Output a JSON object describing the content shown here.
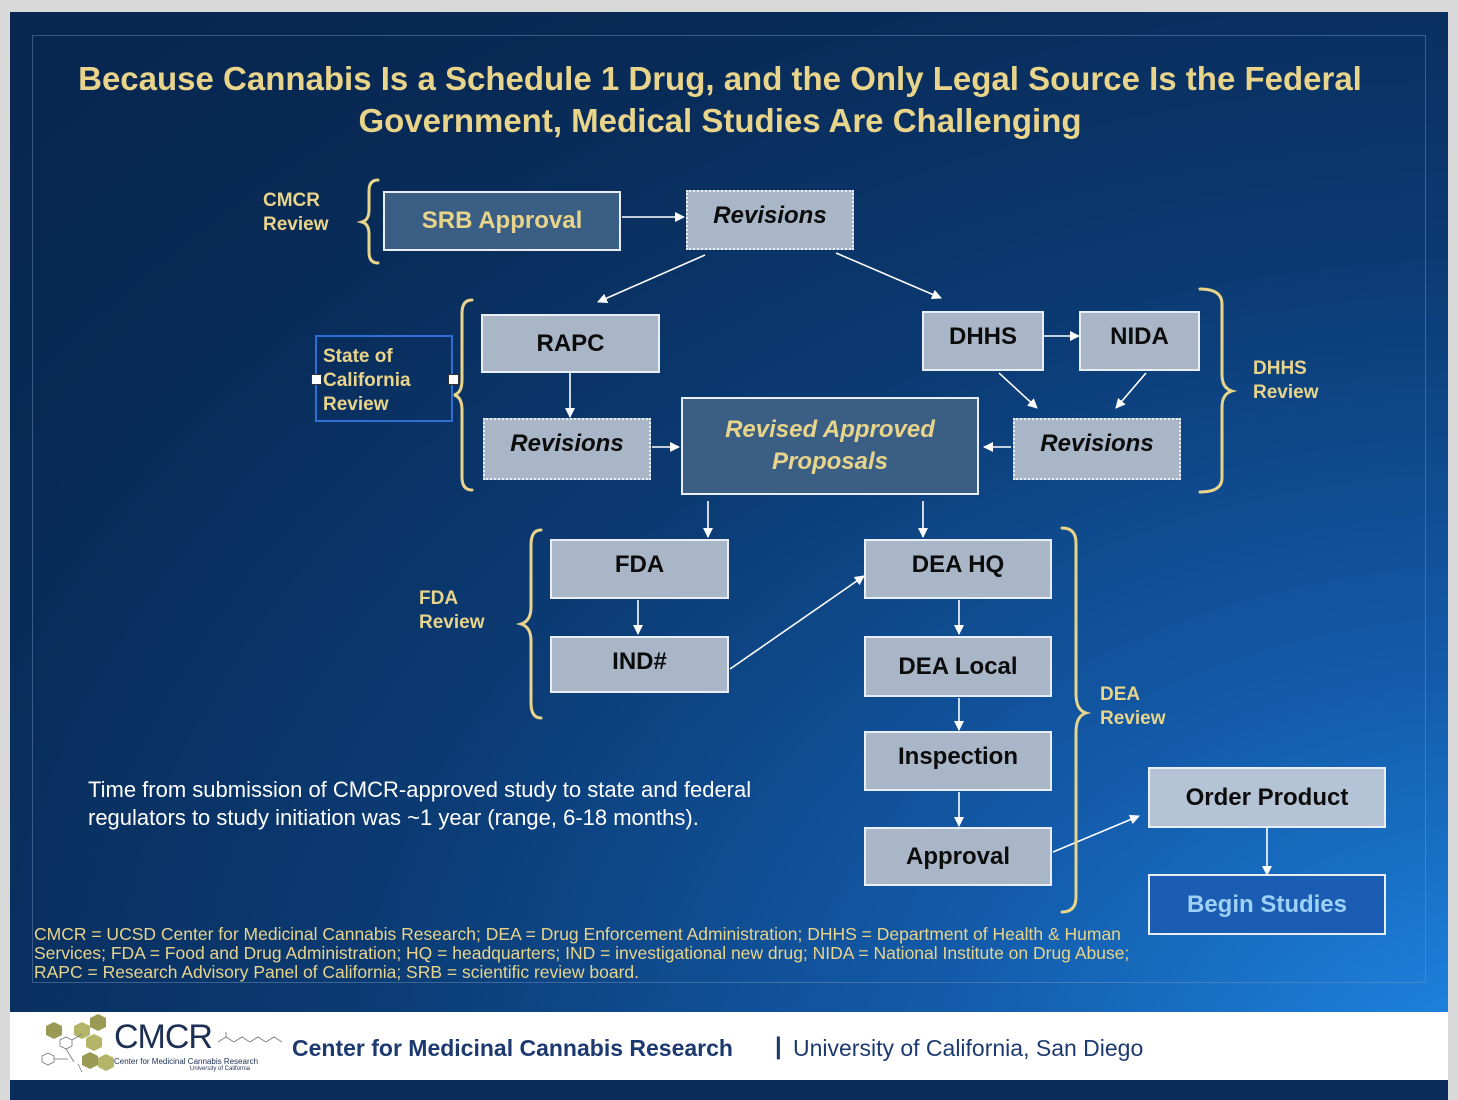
{
  "title": "Because Cannabis Is a Schedule 1 Drug, and the Only Legal Source Is the Federal Government, Medical Studies Are Challenging",
  "labels": {
    "cmcr_review": [
      "CMCR",
      "Review"
    ],
    "state_review": [
      "State of",
      "California",
      "Review"
    ],
    "dhhs_review": [
      "DHHS",
      "Review"
    ],
    "fda_review": [
      "FDA",
      "Review"
    ],
    "dea_review": [
      "DEA",
      "Review"
    ]
  },
  "boxes": {
    "srb_approval": "SRB Approval",
    "revisions_top": "Revisions",
    "rapc": "RAPC",
    "dhhs": "DHHS",
    "nida": "NIDA",
    "revisions_left": "Revisions",
    "revised_approved": "Revised Approved Proposals",
    "revisions_right": "Revisions",
    "fda": "FDA",
    "ind": "IND#",
    "dea_hq": "DEA HQ",
    "dea_local": "DEA Local",
    "inspection": "Inspection",
    "approval": "Approval",
    "order_product": "Order Product",
    "begin_studies": "Begin Studies"
  },
  "note": "Time from submission of CMCR-approved study to state and federal regulators to study initiation was ~1 year (range, 6-18 months).",
  "footnote": "CMCR = UCSD Center for Medicinal Cannabis Research; DEA = Drug Enforcement Administration; DHHS = Department of Health & Human Services; FDA = Food and Drug Administration; HQ = headquarters; IND = investigational new drug; NIDA = National Institute on Drug Abuse; RAPC = Research Advisory Panel of California;  SRB = scientific review board.",
  "footer": {
    "logo_word": "CMCR",
    "logo_sub1": "Center for Medicinal Cannabis Research",
    "logo_sub2": "University of California",
    "center_name": "Center for Medicinal Cannabis Research",
    "separator": "|",
    "university": "University of California, San Diego"
  },
  "colors": {
    "accent_gold": "#e8d48a",
    "box_fill": "#a9b6c7",
    "dark_box_fill": "#3b5f84",
    "background": "#082a56"
  }
}
